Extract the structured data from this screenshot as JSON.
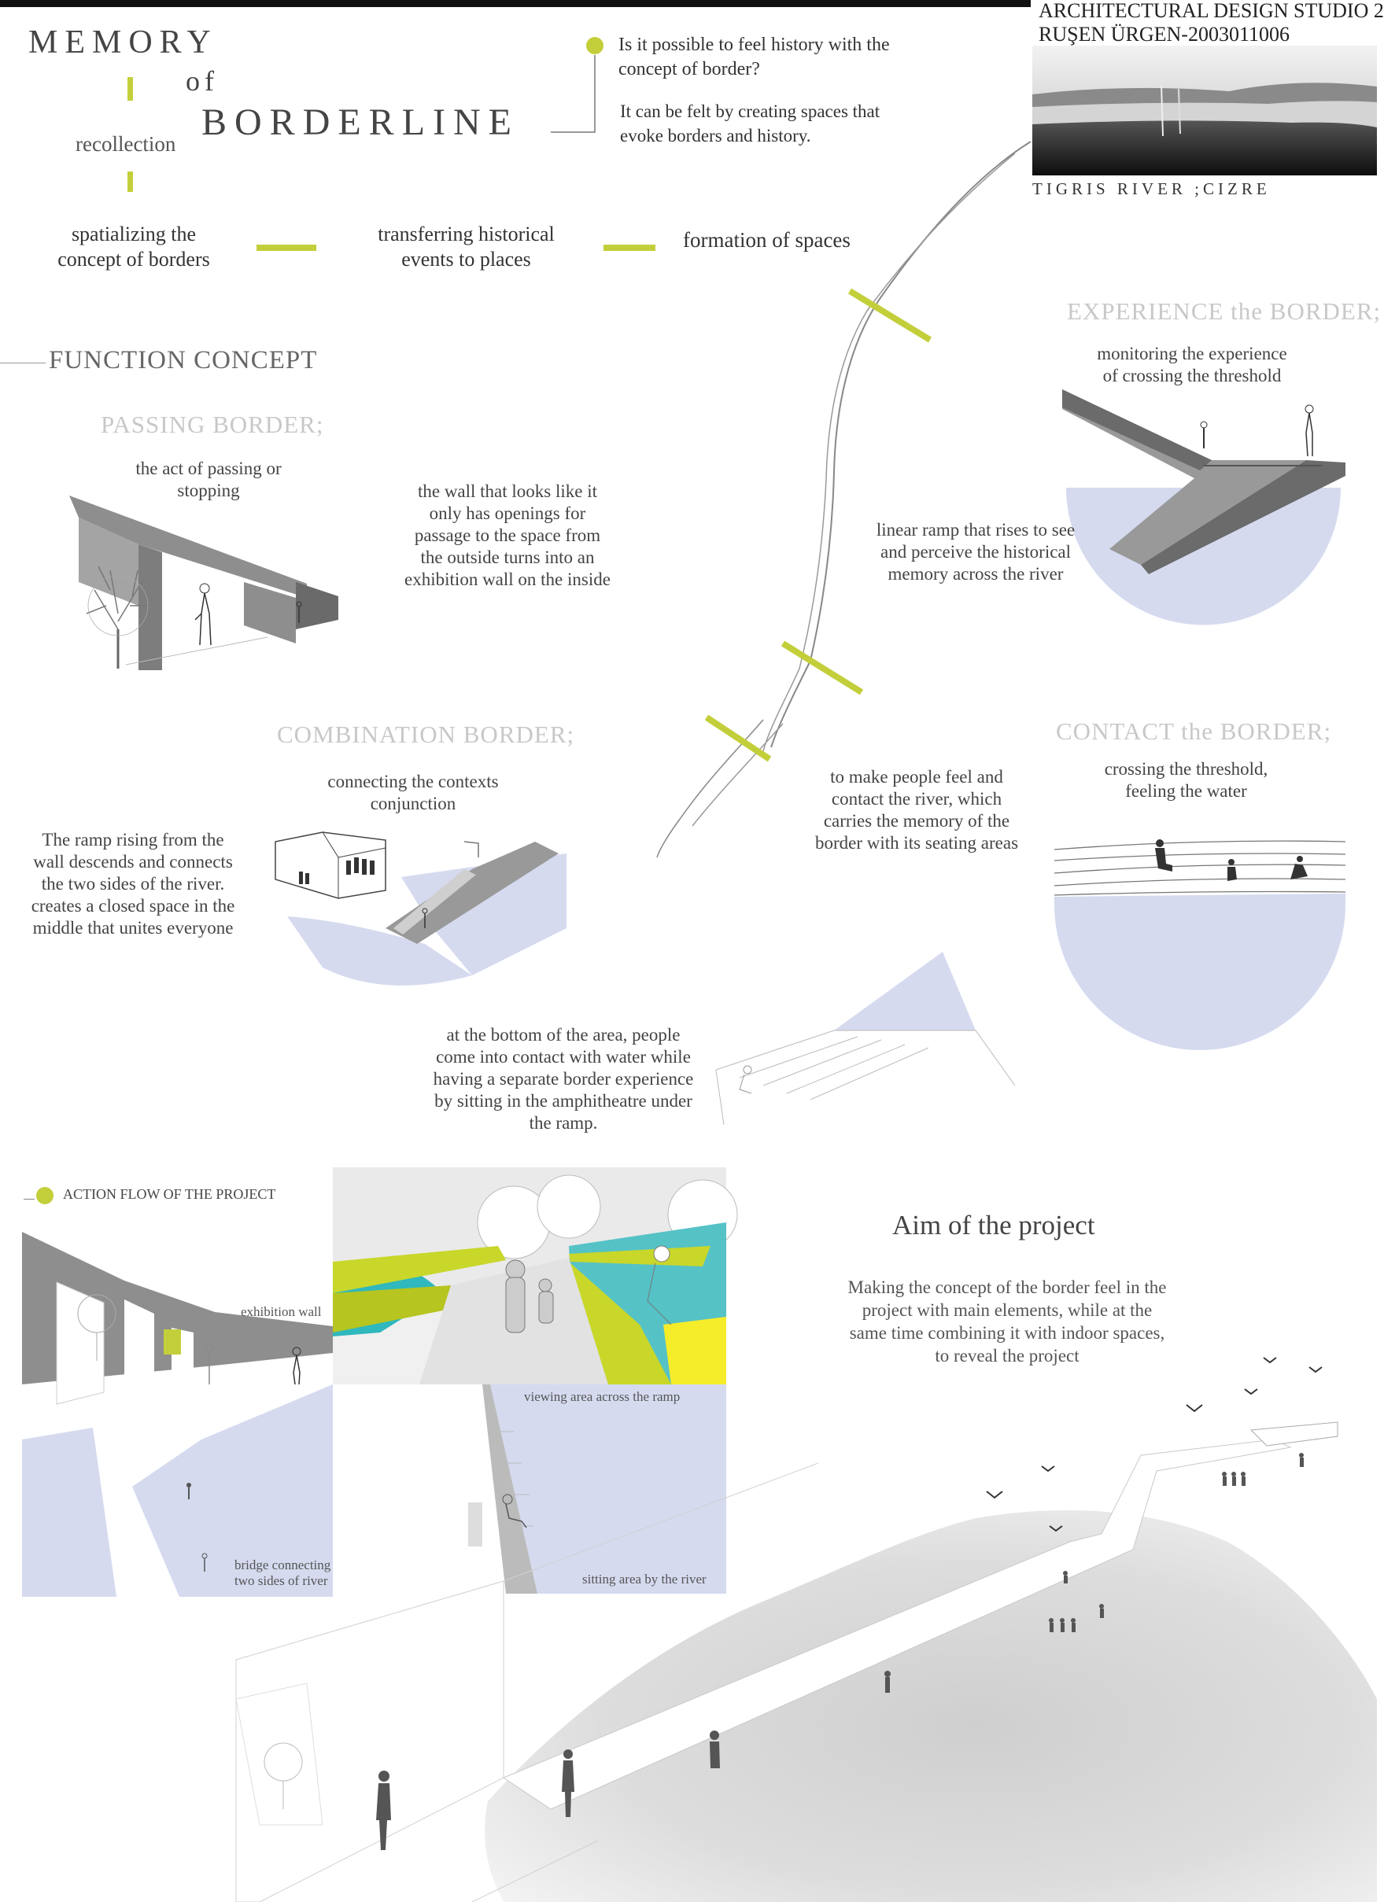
{
  "header": {
    "studio": "ARCHITECTURAL DESIGN STUDIO 2",
    "author": "RUŞEN ÜRGEN-2003011006",
    "photo_caption": "TIGRIS RIVER ;CIZRE"
  },
  "title": {
    "memory": "MEMORY",
    "of": "of",
    "borderline": "BORDERLINE",
    "recollection": "recollection"
  },
  "question": {
    "q": "Is it possible to feel history with the concept of border?",
    "a": "It can be felt by creating spaces that evoke borders and history."
  },
  "flow": {
    "step1": "spatializing the concept of borders",
    "step2": "transferring historical events to places",
    "step3": "formation of spaces"
  },
  "function_concept": "FUNCTION CONCEPT",
  "passing": {
    "heading": "PASSING BORDER;",
    "act": "the act of passing or stopping",
    "wall": "the wall that looks like it only has openings for passage to the space from the outside turns into an exhibition wall on the inside"
  },
  "experience": {
    "heading": "EXPERIENCE the BORDER;",
    "monitor": "monitoring the experience of crossing the threshold",
    "ramp": "linear ramp that rises to see and perceive the historical memory across the river"
  },
  "combination": {
    "heading": "COMBINATION BORDER;",
    "contexts": "connecting the contexts conjunction",
    "ramp_text": "The ramp rising from the wall descends and connects the two sides of the river. creates a closed space in the middle that unites everyone"
  },
  "contact": {
    "heading": "CONTACT the BORDER;",
    "crossing": "crossing the threshold, feeling the water",
    "feel": "to make people feel and contact the river, which carries the memory of the border with its seating areas"
  },
  "bottom_text": "at the bottom of the area, people come into contact with water while having a separate border experience by sitting in the amphitheatre under the ramp.",
  "action_flow": {
    "heading": "ACTION FLOW OF THE PROJECT",
    "exhibition_wall": "exhibition wall",
    "bridge": "bridge connecting two sides of river",
    "viewing": "viewing area across the ramp",
    "sitting": "sitting area by the river"
  },
  "aim": {
    "heading": "Aim of the project",
    "text": "Making the concept of the border feel in the project with main elements, while at the same time combining it with indoor spaces, to reveal the project"
  },
  "colors": {
    "accent": "#c3cf3a",
    "water": "#d5daef",
    "wall": "#8e8e8e",
    "heading_gray": "#c8c8c8"
  }
}
